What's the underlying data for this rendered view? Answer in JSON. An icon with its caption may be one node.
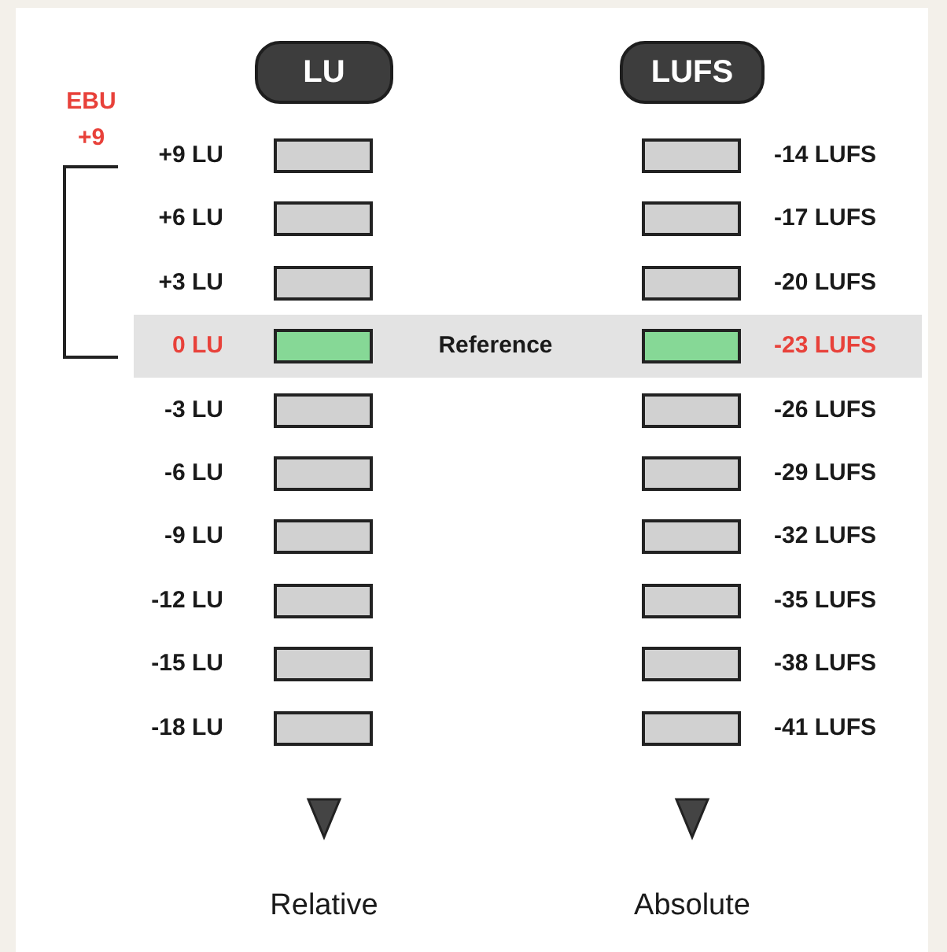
{
  "diagram": {
    "nodes": [
      {
        "text": [
          "LU"
        ]
      },
      {
        "text": [
          "LUFS"
        ]
      }
    ],
    "labels": [
      "EBU +9",
      "+9 LU",
      "-14 LUFS",
      "+6 LU",
      "-17 LUFS",
      "+3 LU",
      "-20 LUFS",
      "0 LU",
      "Reference",
      "-23 LUFS",
      "-3 LU",
      "-26 LUFS",
      "-6 LU",
      "-29 LUFS",
      "-9 LU",
      "-32 LUFS",
      "-12 LU",
      "-35 LUFS",
      "-15 LU",
      "-38 LUFS",
      "-18 LU",
      "-41 LUFS",
      "Relative",
      "Absolute"
    ]
  }
}
